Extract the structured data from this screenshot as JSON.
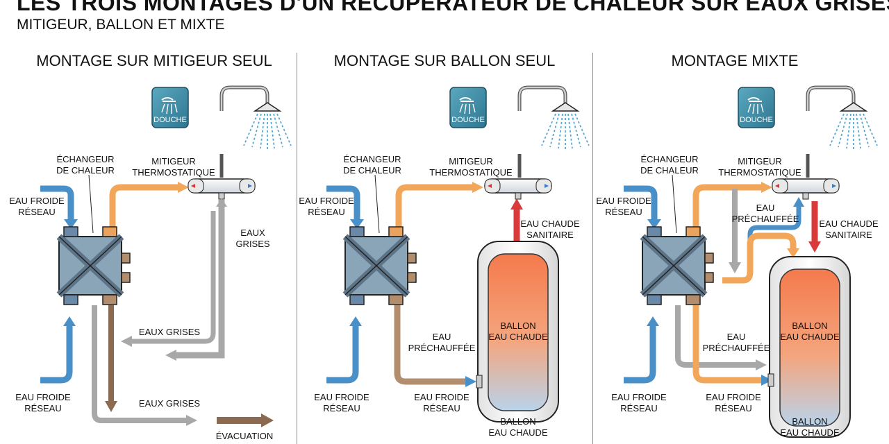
{
  "header": {
    "title": "LES TROIS MONTAGES D'UN RÉCUPÉRATEUR DE CHALEUR SUR EAUX GRISES",
    "subtitle": "MITIGEUR, BALLON ET MIXTE"
  },
  "panels": [
    {
      "title": "MONTAGE SUR MITIGEUR SEUL",
      "labels": {
        "douche": "DOUCHE",
        "echangeur_1": "ÉCHANGEUR",
        "echangeur_2": "DE CHALEUR",
        "mitigeur_1": "MITIGEUR",
        "mitigeur_2": "THERMOSTATIQUE",
        "eau_froide_top_1": "EAU FROIDE",
        "eau_froide_top_2": "RÉSEAU",
        "eaux_grises_v_1": "EAUX",
        "eaux_grises_v_2": "GRISES",
        "eaux_grises_mid": "EAUX GRISES",
        "eau_froide_bottom_1": "EAU FROIDE",
        "eau_froide_bottom_2": "RÉSEAU",
        "eaux_grises_bottom": "EAUX GRISES",
        "evacuation": "ÉVACUATION"
      }
    },
    {
      "title": "MONTAGE SUR BALLON SEUL",
      "labels": {
        "douche": "DOUCHE",
        "echangeur_1": "ÉCHANGEUR",
        "echangeur_2": "DE CHALEUR",
        "mitigeur_1": "MITIGEUR",
        "mitigeur_2": "THERMOSTATIQUE",
        "eau_froide_top_1": "EAU FROIDE",
        "eau_froide_top_2": "RÉSEAU",
        "eau_chaude_1": "EAU CHAUDE",
        "eau_chaude_2": "SANITAIRE",
        "eau_pre_1": "EAU",
        "eau_pre_2": "PRÉCHAUFFÉE",
        "ballon_in_1": "BALLON",
        "ballon_in_2": "EAU CHAUDE",
        "eau_froide_bottom_1": "EAU FROIDE",
        "eau_froide_bottom_2": "RÉSEAU",
        "eau_froide_bottom2_1": "EAU FROIDE",
        "eau_froide_bottom2_2": "RÉSEAU",
        "ballon_out_1": "BALLON",
        "ballon_out_2": "EAU CHAUDE"
      }
    },
    {
      "title": "MONTAGE MIXTE",
      "labels": {
        "douche": "DOUCHE",
        "echangeur_1": "ÉCHANGEUR",
        "echangeur_2": "DE CHALEUR",
        "mitigeur_1": "MITIGEUR",
        "mitigeur_2": "THERMOSTATIQUE",
        "eau_froide_top_1": "EAU FROIDE",
        "eau_froide_top_2": "RÉSEAU",
        "eau_pre_top_1": "EAU",
        "eau_pre_top_2": "PRÉCHAUFFÉE",
        "eau_chaude_1": "EAU CHAUDE",
        "eau_chaude_2": "SANITAIRE",
        "eau_pre_1": "EAU",
        "eau_pre_2": "PRÉCHAUFFÉE",
        "ballon_in_1": "BALLON",
        "ballon_in_2": "EAU CHAUDE",
        "eau_froide_bottom_1": "EAU FROIDE",
        "eau_froide_bottom_2": "RÉSEAU",
        "eau_froide_bottom2_1": "EAU FROIDE",
        "eau_froide_bottom2_2": "RÉSEAU",
        "ballon_out_1": "BALLON",
        "ballon_out_2": "EAU CHAUDE"
      }
    }
  ],
  "colors": {
    "cold": "#4a90c8",
    "preheated": "#f2a65a",
    "hot": "#d93a3a",
    "grey": "#a8a8a8",
    "drain": "#8a6a50",
    "exchanger": "#7f9ab0",
    "douche_tile": "#3e8ea8"
  }
}
